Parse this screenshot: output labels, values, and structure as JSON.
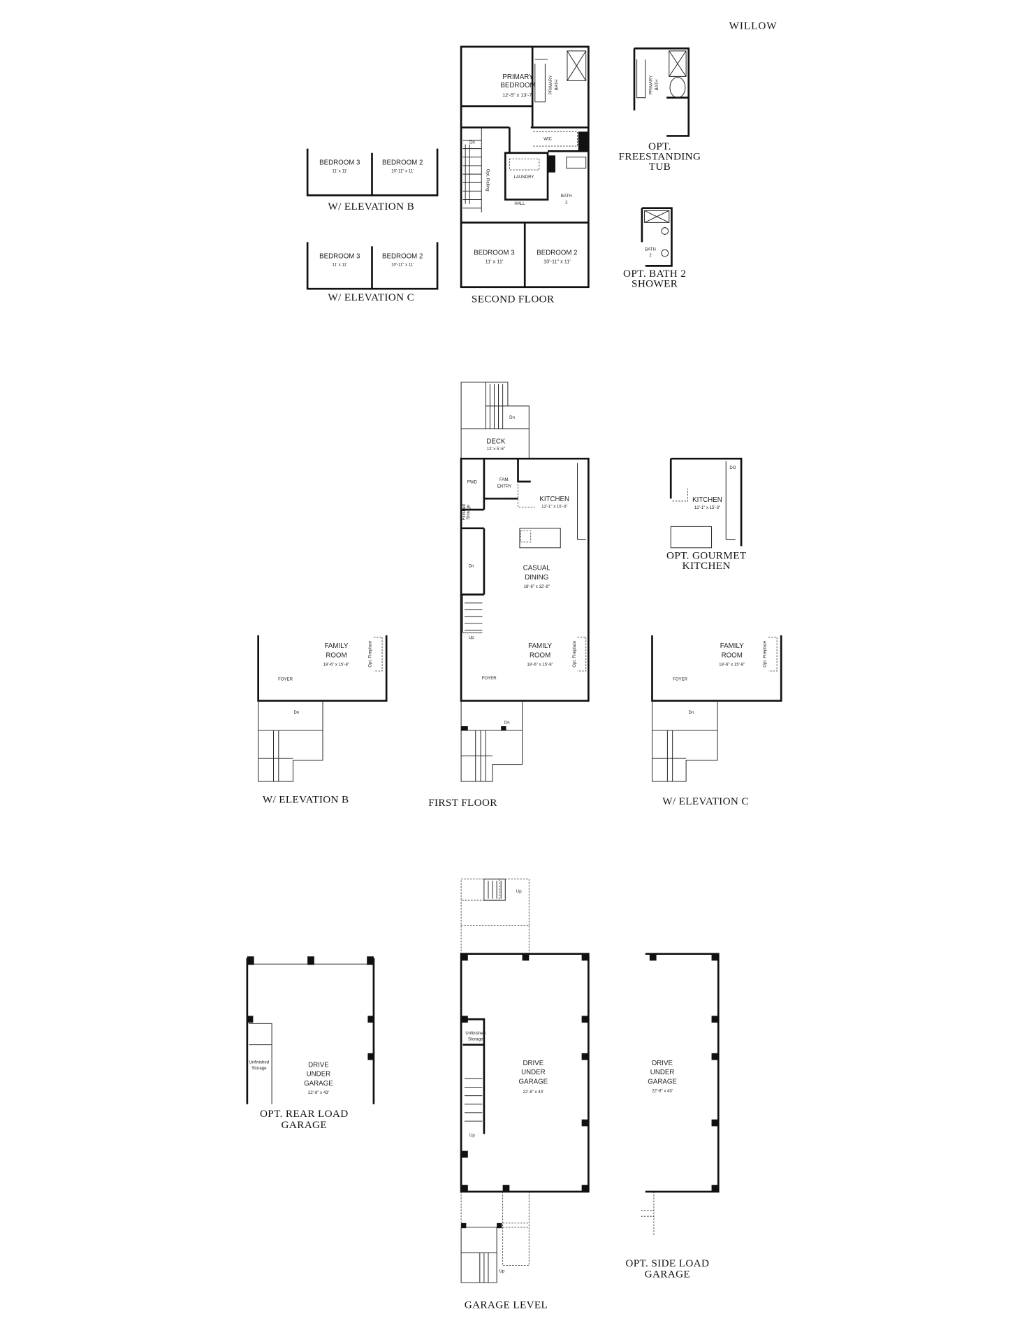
{
  "title": "WILLOW",
  "second_floor": {
    "label": "SECOND FLOOR",
    "primary_bedroom": [
      "PRIMARY",
      "BEDROOM",
      "12'-5\" x 13'-7\""
    ],
    "primary_bath": [
      "PRIMARY",
      "BATH"
    ],
    "wic": "WIC",
    "laundry": "LAUNDRY",
    "hall": "HALL",
    "bath2": [
      "BATH",
      "2"
    ],
    "bedroom3": [
      "BEDROOM 3",
      "11' x 11'"
    ],
    "bedroom2": [
      "BEDROOM 2",
      "10'-11\" x 11'"
    ],
    "stair_dn": "Dn",
    "opt_railing": "Opt. Railing"
  },
  "elevation_b_second": {
    "label": "W/ ELEVATION B",
    "bedroom3": [
      "BEDROOM 3",
      "11' x 11'"
    ],
    "bedroom2": [
      "BEDROOM 2",
      "10'-11\" x 11'"
    ]
  },
  "elevation_c_second": {
    "label": "W/ ELEVATION C",
    "bedroom3": [
      "BEDROOM 3",
      "11' x 11'"
    ],
    "bedroom2": [
      "BEDROOM 2",
      "10'-11\" x 11'"
    ]
  },
  "opt_freestanding_tub": {
    "label": [
      "OPT.",
      "FREESTANDING",
      "TUB"
    ],
    "bath": [
      "PRIMARY",
      "BATH"
    ]
  },
  "opt_bath2_shower": {
    "label": [
      "OPT. BATH 2",
      "SHOWER"
    ],
    "bath": [
      "BATH",
      "2"
    ]
  },
  "first_floor": {
    "label": "FIRST FLOOR",
    "deck": [
      "DECK",
      "12' x 5'-6\""
    ],
    "deck_dn": "Dn",
    "pwd": "PWD",
    "fam_entry": [
      "FAM.",
      "ENTRY"
    ],
    "kitchen": [
      "KITCHEN",
      "12'-1\" x 15'-3\""
    ],
    "finished_storage": [
      "Finished",
      "Storage"
    ],
    "casual_dining": [
      "CASUAL",
      "DINING",
      "18'-6\" x 12'-8\""
    ],
    "family_room": [
      "FAMILY",
      "ROOM",
      "18'-6\" x 15'-8\""
    ],
    "opt_fireplace": "Opt. Fireplace",
    "foyer": "FOYER",
    "stair_dn": "Dn",
    "stair_up": "Up",
    "porch_dn": "Dn"
  },
  "opt_gourmet_kitchen": {
    "label": [
      "OPT. GOURMET",
      "KITCHEN"
    ],
    "kitchen": [
      "KITCHEN",
      "12'-1\" x 15'-3\""
    ],
    "do": "DO"
  },
  "elevation_b_first": {
    "label": "W/ ELEVATION B",
    "family_room": [
      "FAMILY",
      "ROOM",
      "18'-6\" x 15'-8\""
    ],
    "foyer": "FOYER",
    "opt_fireplace": "Opt. Fireplace",
    "dn": "Dn"
  },
  "elevation_c_first": {
    "label": "W/ ELEVATION C",
    "family_room": [
      "FAMILY",
      "ROOM",
      "18'-6\" x 15'-8\""
    ],
    "foyer": "FOYER",
    "opt_fireplace": "Opt. Fireplace",
    "dn": "Dn"
  },
  "garage_level": {
    "label": "GARAGE LEVEL",
    "garage": [
      "DRIVE",
      "UNDER",
      "GARAGE",
      "22'-8\" x 43'"
    ],
    "storage": [
      "Unfinished",
      "Storage"
    ],
    "up": "Up",
    "top_up": "Up",
    "bottom_up": "Up"
  },
  "opt_rear_load_garage": {
    "label": [
      "OPT. REAR LOAD",
      "GARAGE"
    ],
    "garage": [
      "DRIVE",
      "UNDER",
      "GARAGE",
      "22'-8\" x 43'"
    ],
    "storage": [
      "Unfinished",
      "Storage"
    ]
  },
  "opt_side_load_garage": {
    "label": [
      "OPT. SIDE LOAD",
      "GARAGE"
    ],
    "garage": [
      "DRIVE",
      "UNDER",
      "GARAGE",
      "22'-8\" x 43'"
    ]
  }
}
